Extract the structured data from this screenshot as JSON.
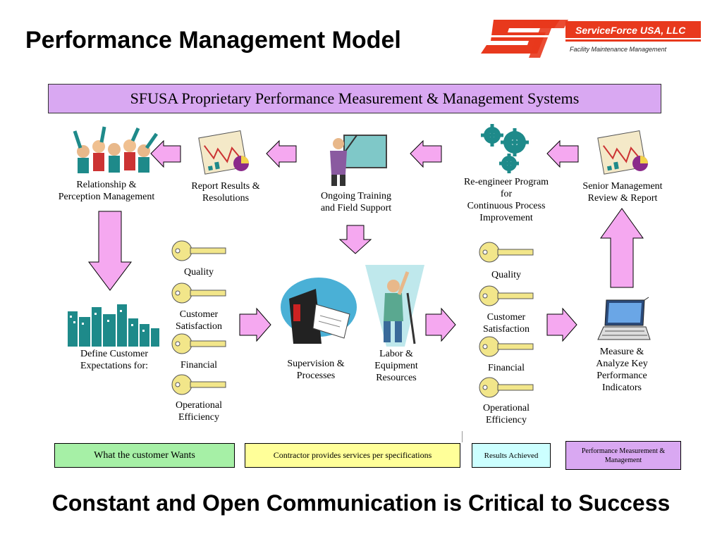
{
  "title": "Performance Management Model",
  "logo": {
    "brand": "ServiceForce USA, LLC",
    "tagline": "Facility Maintenance Management",
    "mark": "SF"
  },
  "banner": "SFUSA Proprietary Performance Measurement & Management Systems",
  "top_row": [
    {
      "label": [
        "Relationship &",
        "Perception Management"
      ],
      "icon": "crowd-icon"
    },
    {
      "label": [
        "Report Results &",
        "Resolutions"
      ],
      "icon": "chart-report-icon"
    },
    {
      "label": [
        "Ongoing Training",
        "and Field Support"
      ],
      "icon": "trainer-icon"
    },
    {
      "label": [
        "Re-engineer Program",
        "for",
        "Continuous Process",
        "Improvement"
      ],
      "icon": "gears-icon"
    },
    {
      "label": [
        "Senior Management",
        "Review & Report"
      ],
      "icon": "chart-report-icon"
    }
  ],
  "define": {
    "label": [
      "Define Customer",
      "Expectations for:"
    ],
    "icon": "city-skyline-icon"
  },
  "keys_left": [
    [
      "Quality"
    ],
    [
      "Customer",
      "Satisfaction"
    ],
    [
      "Financial"
    ],
    [
      "Operational",
      "Efficiency"
    ]
  ],
  "keys_right": [
    [
      "Quality"
    ],
    [
      "Customer",
      "Satisfaction"
    ],
    [
      "Financial"
    ],
    [
      "Operational",
      "Efficiency"
    ]
  ],
  "supervision": {
    "label": [
      "Supervision &",
      "Processes"
    ],
    "icon": "binder-icon"
  },
  "labor": {
    "label": [
      "Labor &",
      "Equipment",
      "Resources"
    ],
    "icon": "worker-icon"
  },
  "measure": {
    "label": [
      "Measure &",
      "Analyze Key",
      "Performance",
      "Indicators"
    ],
    "icon": "laptop-icon"
  },
  "legend": [
    {
      "text": "What the customer Wants",
      "color": "#a6f0a6"
    },
    {
      "text": "Contractor provides services per specifications",
      "color": "#ffff99"
    },
    {
      "text": "Results Achieved",
      "color": "#ccffff"
    },
    {
      "text": "Performance Measurement & Management",
      "color": "#d9a8f2"
    }
  ],
  "footer": "Constant and Open Communication is Critical to Success",
  "colors": {
    "arrow": "#f5a8f0",
    "banner": "#d9a8f2",
    "logo_red": "#e8391d"
  }
}
